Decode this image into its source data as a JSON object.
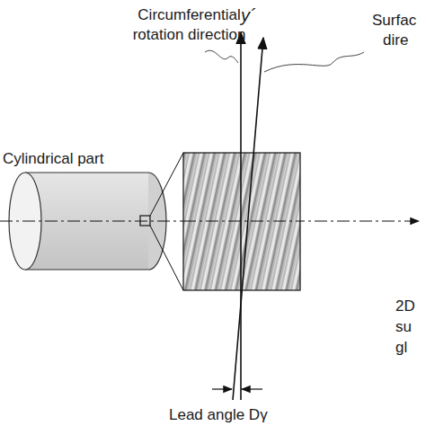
{
  "diagram": {
    "labels": [
      "Circumferential rotation direction",
      "y´",
      "Surfac",
      "dire",
      "Cylindrical part",
      "2D",
      "su",
      "gl",
      "Lead angle Dγ"
    ]
  }
}
